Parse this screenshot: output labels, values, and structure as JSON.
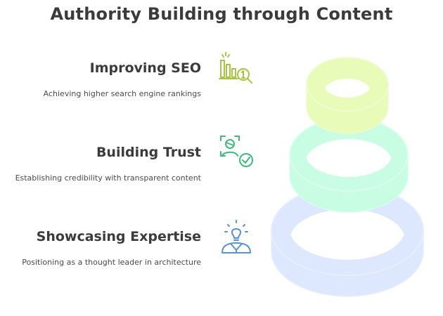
{
  "title": "Authority Building through Content",
  "items": [
    {
      "title": "Improving SEO",
      "description": "Achieving higher search engine rankings",
      "icon": "seo-chart-magnifier-icon",
      "color": "#a5c640"
    },
    {
      "title": "Building Trust",
      "description": "Establishing credibility with transparent content",
      "icon": "user-check-icon",
      "color": "#3dbb7a"
    },
    {
      "title": "Showcasing Expertise",
      "description": "Positioning as a thought leader in architecture",
      "icon": "lightbulb-person-icon",
      "color": "#5b8fd6"
    }
  ],
  "ring_colors": [
    "#e8fbb9",
    "#c8fde4",
    "#dde7fd"
  ]
}
